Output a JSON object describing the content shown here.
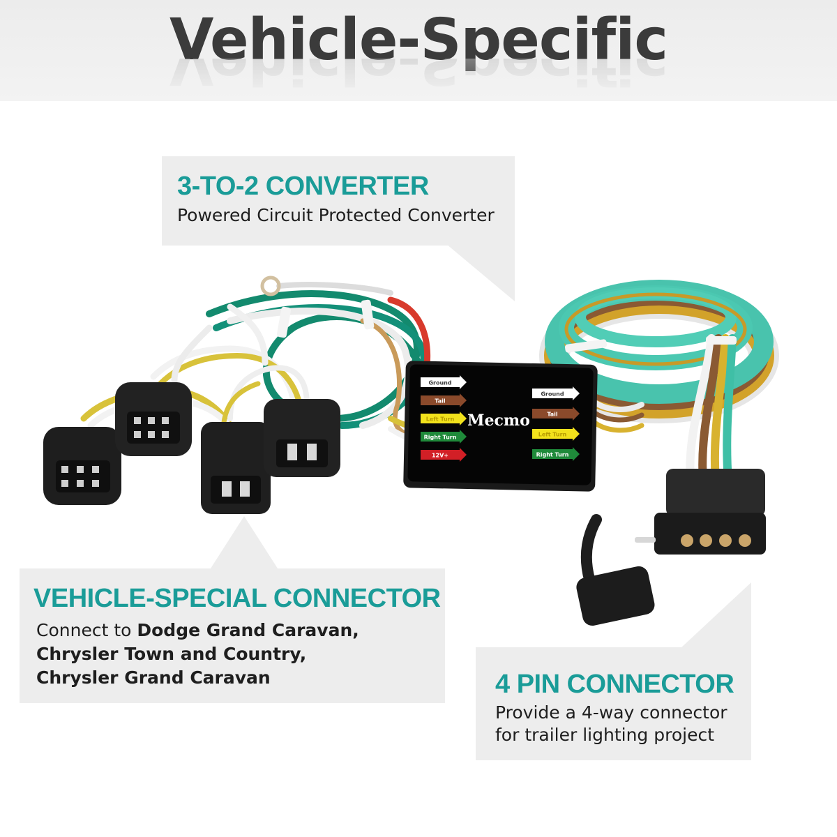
{
  "header": {
    "title": "Vehicle-Specific"
  },
  "colors": {
    "accent": "#1a9c98",
    "callout_bg": "#ededed",
    "title": "#3b3b3b"
  },
  "callouts": {
    "converter": {
      "heading": "3-TO-2 CONVERTER",
      "body": "Powered Circuit Protected Converter"
    },
    "vehicle_special": {
      "heading": "VEHICLE-SPECIAL CONNECTOR",
      "body_line1_prefix": "Connect to ",
      "body_line1_bold": "Dodge Grand Caravan,",
      "body_line2_bold": "Chrysler Town and Country,",
      "body_line3_bold": "Chrysler Grand Caravan"
    },
    "four_pin": {
      "heading": "4 PIN CONNECTOR",
      "body_line1": "Provide a 4-way connector",
      "body_line2": "for trailer lighting project"
    }
  },
  "module": {
    "brand": "Mecmo",
    "left_labels": [
      "Ground",
      "Tail",
      "Left Turn",
      "Right Turn",
      "12V+"
    ],
    "right_labels": [
      "Ground",
      "Tail",
      "Left Turn",
      "Right Turn"
    ],
    "label_colors": [
      "#ffffff",
      "#8b4a2b",
      "#f2e21c",
      "#1f8a3a",
      "#d21f26"
    ]
  }
}
